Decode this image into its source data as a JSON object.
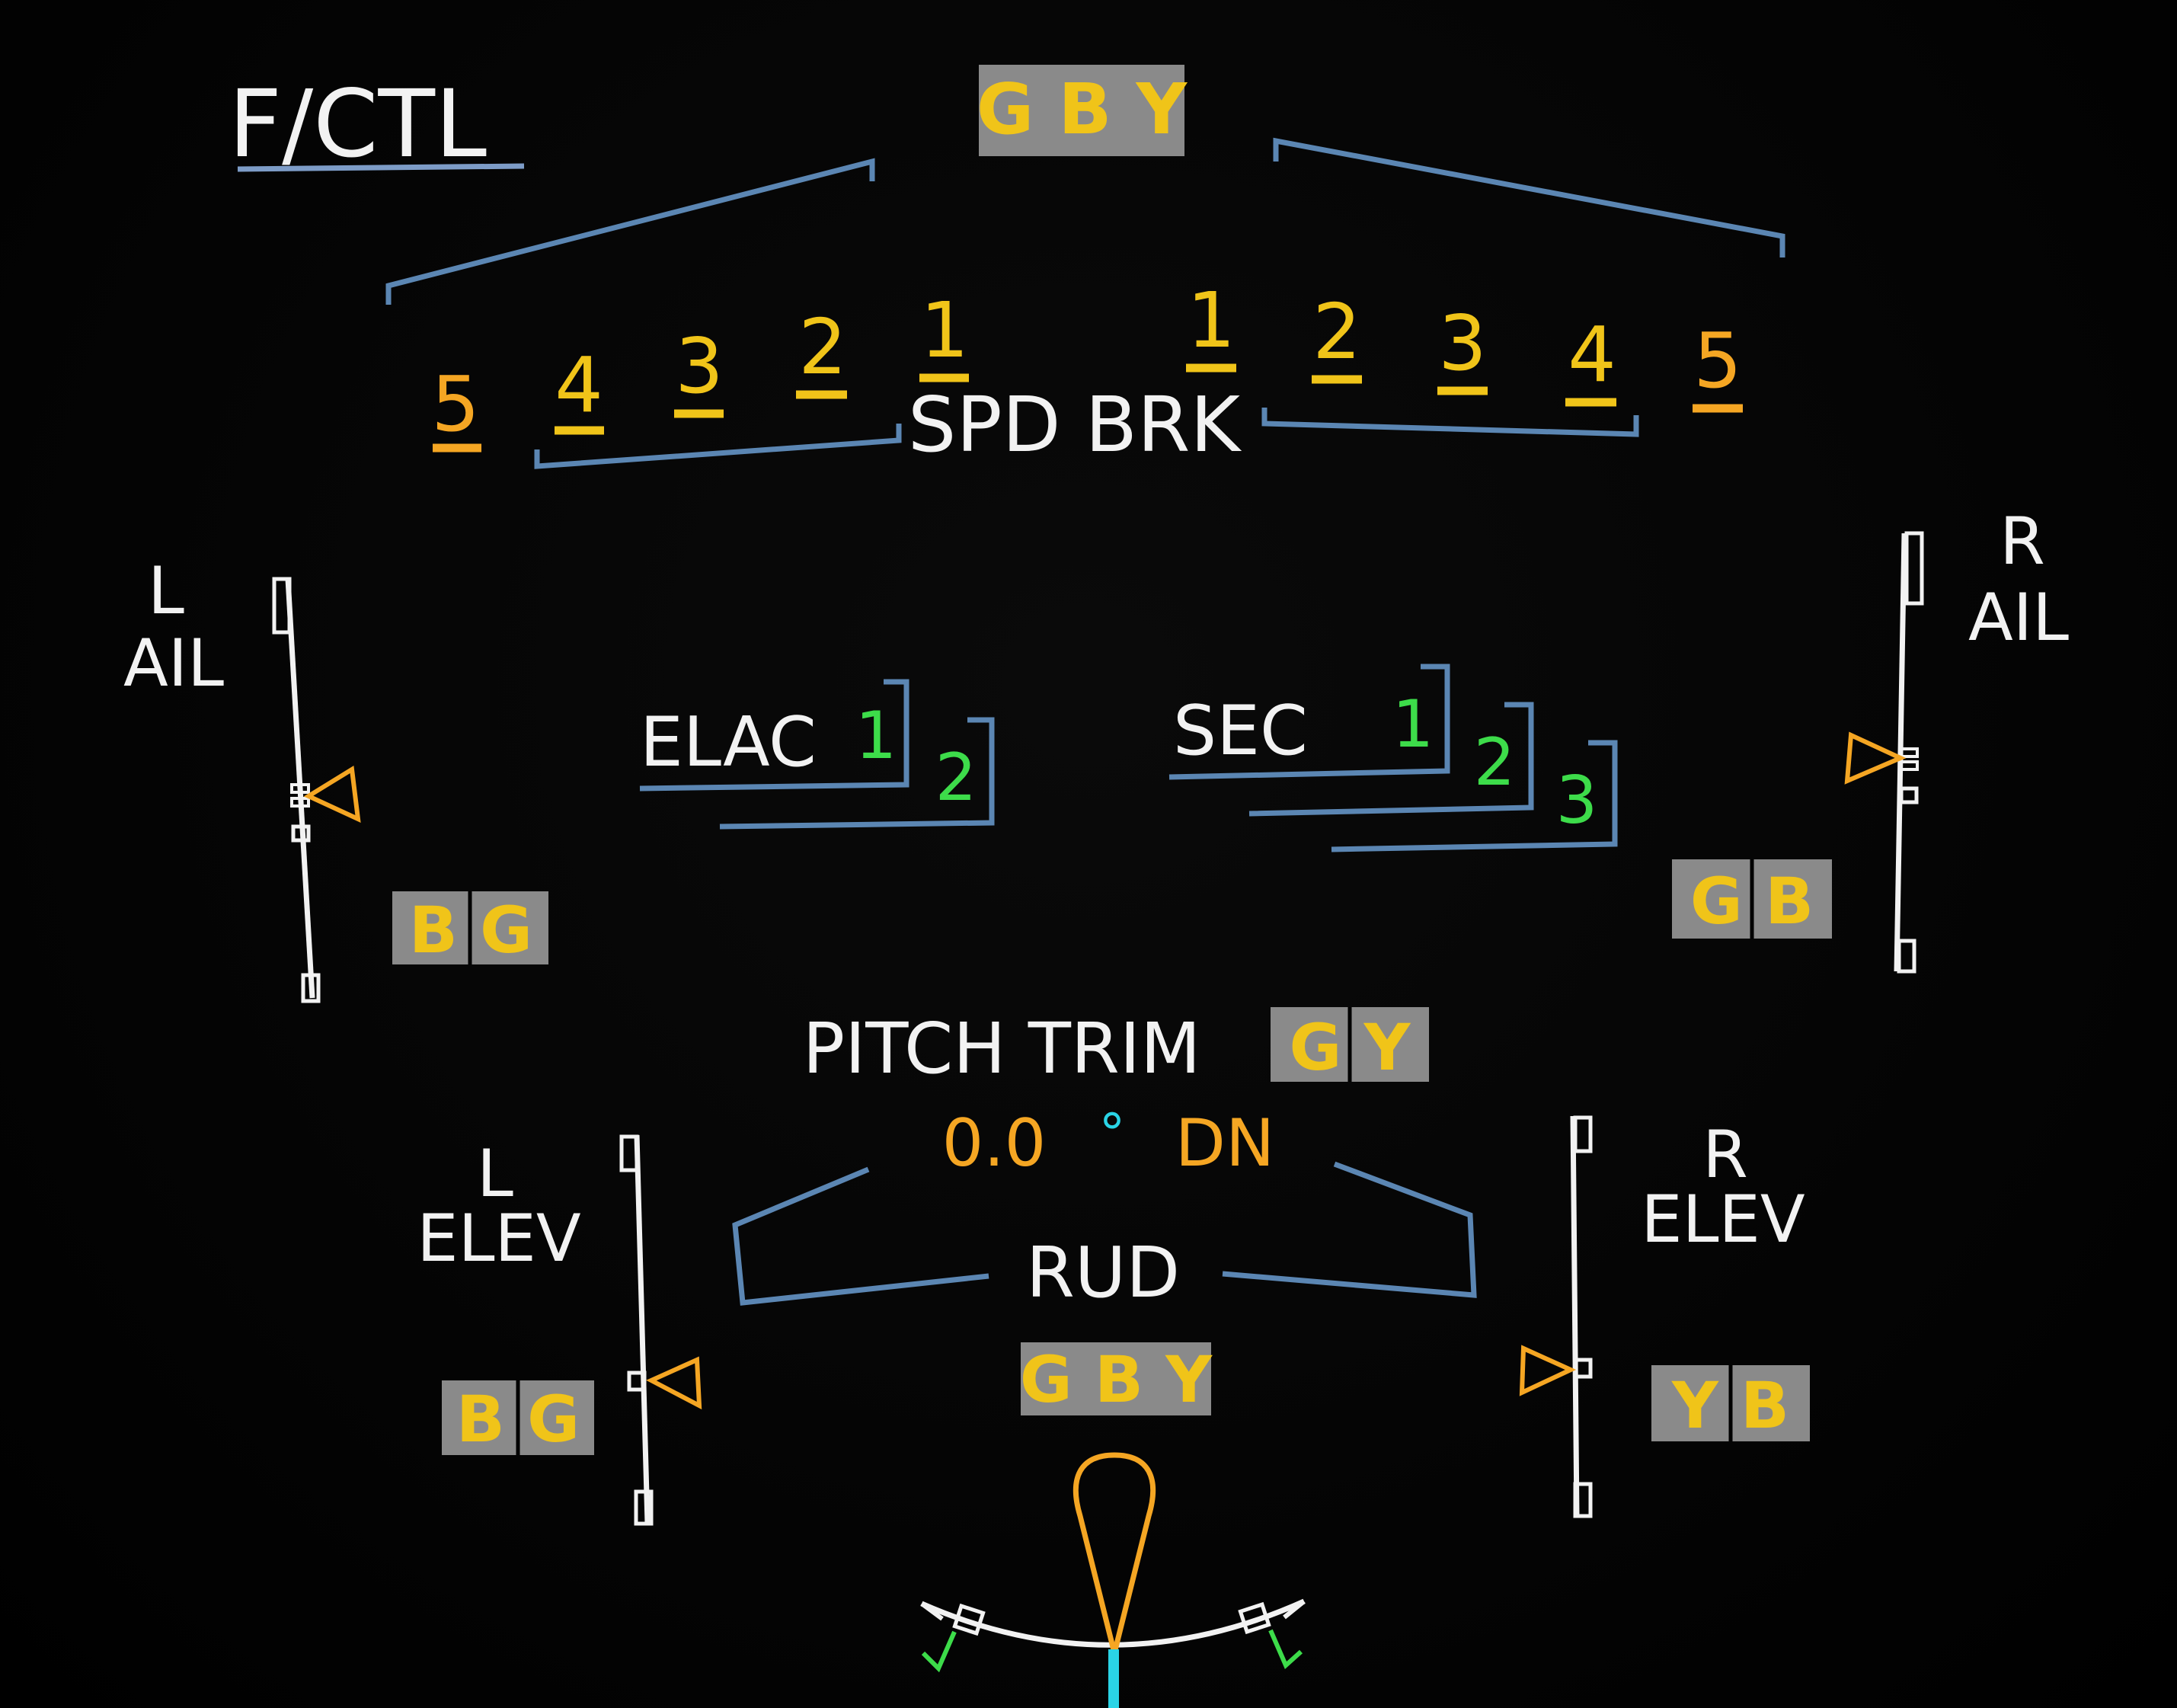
{
  "page": {
    "title": "F/CTL"
  },
  "colors": {
    "white": "#f2f2f2",
    "amber": "#f5a623",
    "yellow": "#f0c419",
    "green": "#3ddc4a",
    "blue": "#5b86b3",
    "cyan": "#2ad4e6",
    "box": "#8a8a8a"
  },
  "spoilers": {
    "label": "SPD BRK",
    "hyd": "G B Y",
    "left": [
      "5",
      "4",
      "3",
      "2",
      "1"
    ],
    "right": [
      "1",
      "2",
      "3",
      "4",
      "5"
    ]
  },
  "ailerons": {
    "left": {
      "line1": "L",
      "line2": "AIL",
      "hyd": "B G"
    },
    "right": {
      "line1": "R",
      "line2": "AIL",
      "hyd": "G B"
    }
  },
  "computers": {
    "elac": {
      "label": "ELAC",
      "units": [
        "1",
        "2"
      ]
    },
    "sec": {
      "label": "SEC",
      "units": [
        "1",
        "2",
        "3"
      ]
    }
  },
  "pitch_trim": {
    "label": "PITCH TRIM",
    "hyd": "G Y",
    "value": "0.0",
    "degree": "°",
    "direction": "DN"
  },
  "elevators": {
    "left": {
      "line1": "L",
      "line2": "ELEV",
      "hyd": "B G"
    },
    "right": {
      "line1": "R",
      "line2": "ELEV",
      "hyd": "Y B"
    }
  },
  "rudder": {
    "label": "RUD",
    "hyd": "G B Y"
  },
  "icons": {
    "aileron_left_pointer": "triangle-pointer",
    "rudder_indicator": "rudder-teardrop"
  }
}
